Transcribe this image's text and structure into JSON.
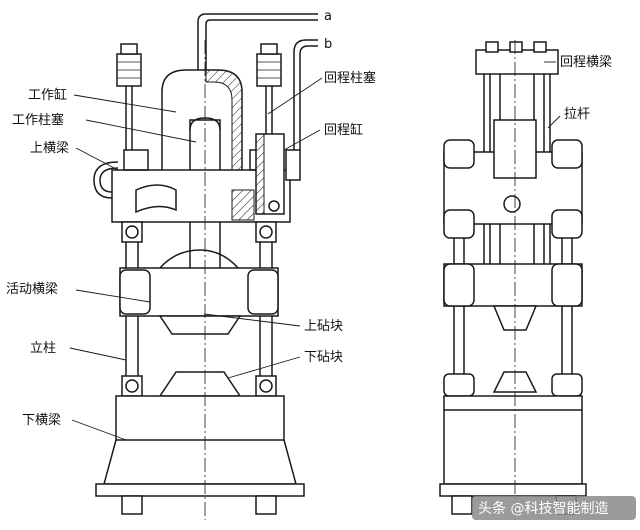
{
  "labels": {
    "a": "a",
    "b": "b",
    "work_cylinder": "工作缸",
    "work_plunger": "工作柱塞",
    "upper_crossbeam": "上横梁",
    "return_plunger": "回程柱塞",
    "return_cylinder": "回程缸",
    "moving_crossbeam": "活动横梁",
    "upper_anvil": "上砧块",
    "column": "立柱",
    "lower_anvil": "下砧块",
    "lower_crossbeam": "下横梁",
    "return_crossbeam": "回程横梁",
    "tie_rod": "拉杆"
  },
  "watermark": "头条 @科技智能制造",
  "colors": {
    "line": "#1a1a1a",
    "background": "#ffffff",
    "watermark_bg": "#8a8a8a"
  }
}
